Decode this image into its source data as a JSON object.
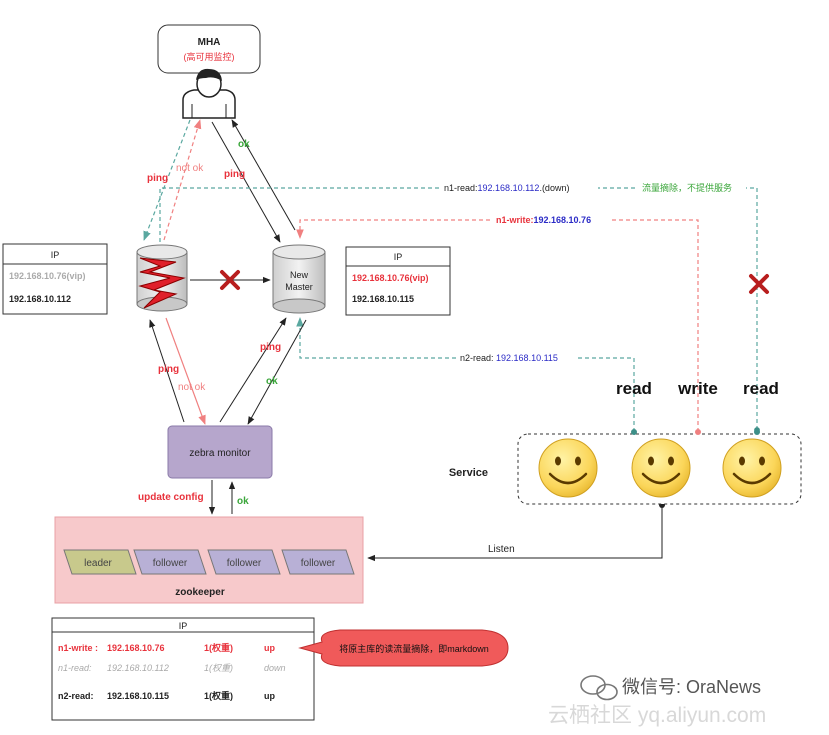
{
  "mha": {
    "title": "MHA",
    "subtitle": "(高可用监控)"
  },
  "colors": {
    "red": "#e8323c",
    "green": "#3aa63a",
    "blue": "#2b2bc6",
    "pink": "#f08080",
    "teal": "#5aa8a0",
    "grey": "#aaaaaa",
    "monitor": "#b6a6cc",
    "zk_bg": "#f7c9cb",
    "leader": "#c8c98c",
    "follower": "#b8b0d6",
    "bubble": "#f05a5a",
    "smiley": "#fbd65a"
  },
  "icons": {
    "user": "user-icon",
    "db_down": "database-down-icon",
    "db_master": "database-icon",
    "x_mark": "x-mark-icon",
    "smiley": "smiley-face-icon",
    "wechat": "wechat-icon"
  },
  "edges": {
    "ping_left": "ping",
    "not_ok_top": "not ok",
    "ok_top": "ok",
    "ping_mid": "ping",
    "n1_read_prefix": "n1-read:",
    "n1_read_ip": "192.168.10.112",
    "n1_read_suffix": ".(down)",
    "drain_note": "流量摘除，不提供服务",
    "n1_write_prefix": "n1-write:",
    "n1_write_ip": "192.168.10.76",
    "n2_read_prefix": "n2-read: ",
    "n2_read_ip": "192.168.10.115",
    "ping_monitor_left": "ping",
    "not_ok_monitor": "not ok",
    "ping_monitor_right": "ping",
    "ok_monitor": "ok",
    "update_config": "update config",
    "ok_update": "ok",
    "listen": "Listen"
  },
  "old_master_box": {
    "header": "IP",
    "vip": "192.168.10.76(vip)",
    "ip": "192.168.10.112"
  },
  "new_master": {
    "label_line1": "New",
    "label_line2": "Master"
  },
  "new_master_box": {
    "header": "IP",
    "vip": "192.168.10.76(vip)",
    "ip": "192.168.10.115"
  },
  "service": {
    "label": "Service",
    "read1": "read",
    "write": "write",
    "read2": "read"
  },
  "monitor": {
    "label": "zebra monitor"
  },
  "zookeeper": {
    "label": "zookeeper",
    "nodes": [
      "leader",
      "follower",
      "follower",
      "follower"
    ]
  },
  "ip_table": {
    "header": "IP",
    "rows": [
      {
        "name": "n1-write :",
        "ip": "192.168.10.76",
        "weight": "1(权重)",
        "state": "up"
      },
      {
        "name": "n1-read:",
        "ip": "192.168.10.112",
        "weight": "1(权重)",
        "state": "down"
      },
      {
        "name": "n2-read:",
        "ip": "192.168.10.115",
        "weight": "1(权重)",
        "state": "up"
      }
    ]
  },
  "bubble": {
    "text": "将原主库的读流量摘除，即markdown"
  },
  "watermark": {
    "line1": "微信号: OraNews",
    "line2": "云栖社区 yq.aliyun.com"
  }
}
